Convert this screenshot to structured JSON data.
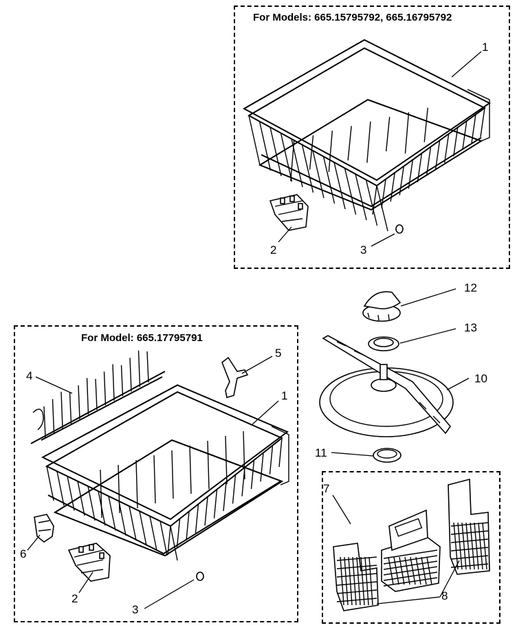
{
  "top_panel": {
    "title": "For Models:  665.15795792, 665.16795792",
    "labels": {
      "p1": "1",
      "p2": "2",
      "p3": "3"
    }
  },
  "bottom_panel": {
    "title": "For Model:  665.17795791",
    "labels": {
      "p1": "1",
      "p2": "2",
      "p3": "3",
      "p4": "4",
      "p5": "5",
      "p6": "6"
    }
  },
  "right_parts": {
    "labels": {
      "p7": "7",
      "p8": "8",
      "p10": "10",
      "p11": "11",
      "p12": "12",
      "p13": "13"
    }
  }
}
